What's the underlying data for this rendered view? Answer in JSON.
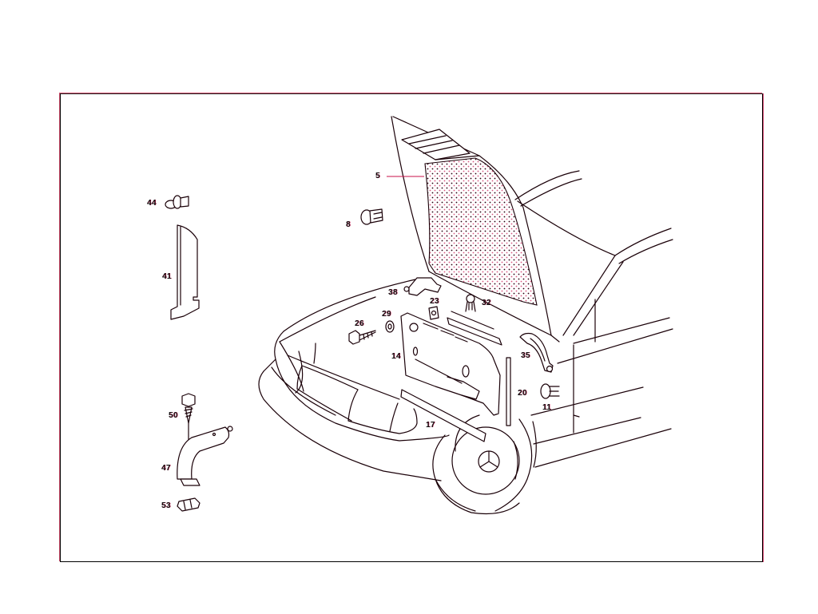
{
  "diagram": {
    "type": "exploded-parts-diagram",
    "subject": "front hood / engine compartment insulation and trim parts",
    "line_color": "#1a0008",
    "accent_color": "#c8104a",
    "background": "#ffffff"
  },
  "callouts": [
    {
      "id": "5",
      "label": "5",
      "part": "hood-insulation-mat"
    },
    {
      "id": "8",
      "label": "8",
      "part": "push-clip"
    },
    {
      "id": "11",
      "label": "11",
      "part": "push-clip"
    },
    {
      "id": "14",
      "label": "14",
      "part": "side-trim-panel"
    },
    {
      "id": "17",
      "label": "17",
      "part": "seal-strip"
    },
    {
      "id": "20",
      "label": "20",
      "part": "vertical-seal-strip"
    },
    {
      "id": "23",
      "label": "23",
      "part": "clip-nut"
    },
    {
      "id": "26",
      "label": "26",
      "part": "screw"
    },
    {
      "id": "29",
      "label": "29",
      "part": "washer"
    },
    {
      "id": "32",
      "label": "32",
      "part": "retaining-clip"
    },
    {
      "id": "35",
      "label": "35",
      "part": "holder-bracket"
    },
    {
      "id": "38",
      "label": "38",
      "part": "holder-clip"
    },
    {
      "id": "41",
      "label": "41",
      "part": "cover-panel"
    },
    {
      "id": "44",
      "label": "44",
      "part": "expanding-rivet"
    },
    {
      "id": "47",
      "label": "47",
      "part": "support-bracket"
    },
    {
      "id": "50",
      "label": "50",
      "part": "tapping-screw"
    },
    {
      "id": "53",
      "label": "53",
      "part": "clip"
    }
  ]
}
